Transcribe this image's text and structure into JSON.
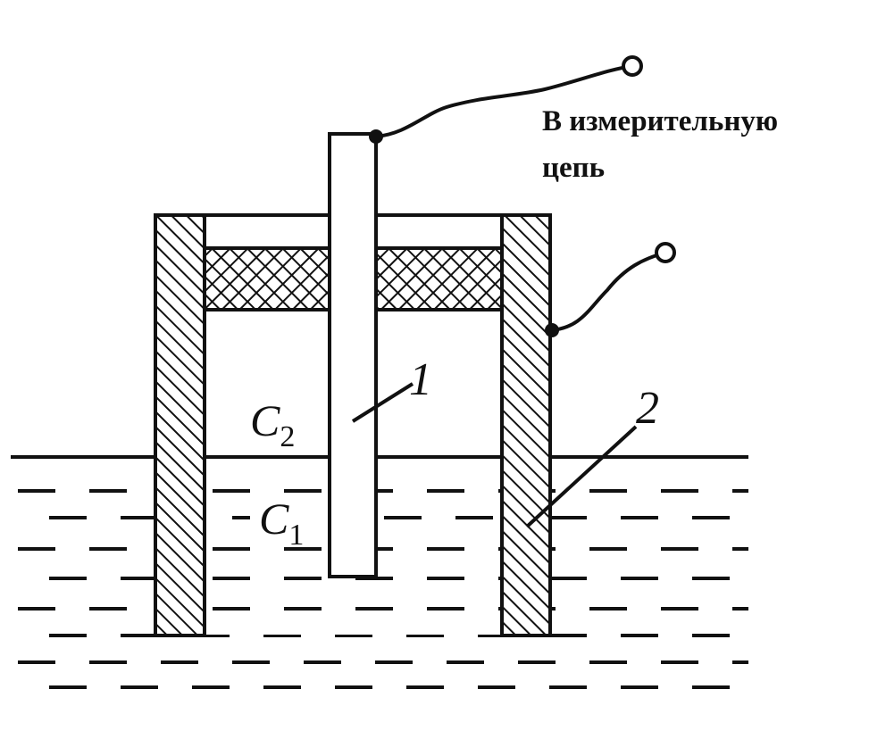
{
  "caption": {
    "line1": "В измерительную",
    "line2": "цепь"
  },
  "labels": {
    "c2_letter": "C",
    "c2_sub": "2",
    "c1_letter": "C",
    "c1_sub": "1",
    "electrode_1": "1",
    "electrode_2": "2"
  },
  "colors": {
    "ink": "#111111",
    "background": "#ffffff"
  }
}
